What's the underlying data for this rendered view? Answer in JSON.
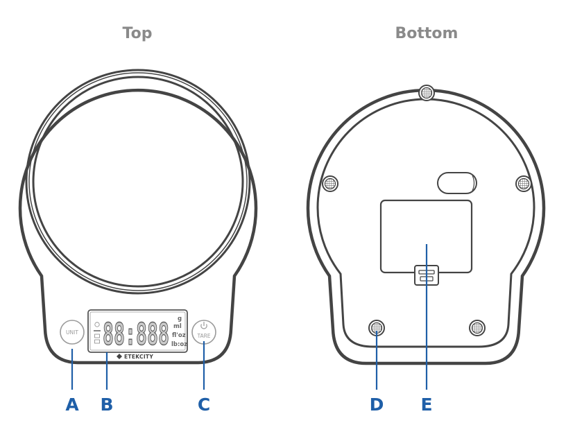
{
  "views": {
    "top_title": "Top",
    "bottom_title": "Bottom"
  },
  "top_scale": {
    "unit_button_label": "UNIT",
    "tare_button_label": "TARE",
    "display_digits": "88:888",
    "display_units": [
      "g",
      "ml",
      "fl'oz",
      "lb:oz"
    ],
    "brand": "ETEKCITY",
    "power_icon": "power-icon"
  },
  "callouts": [
    "A",
    "B",
    "C",
    "D",
    "E"
  ],
  "colors": {
    "outline": "#4a4a4a",
    "callout": "#1f5fa8",
    "title": "#8a8a8a"
  }
}
